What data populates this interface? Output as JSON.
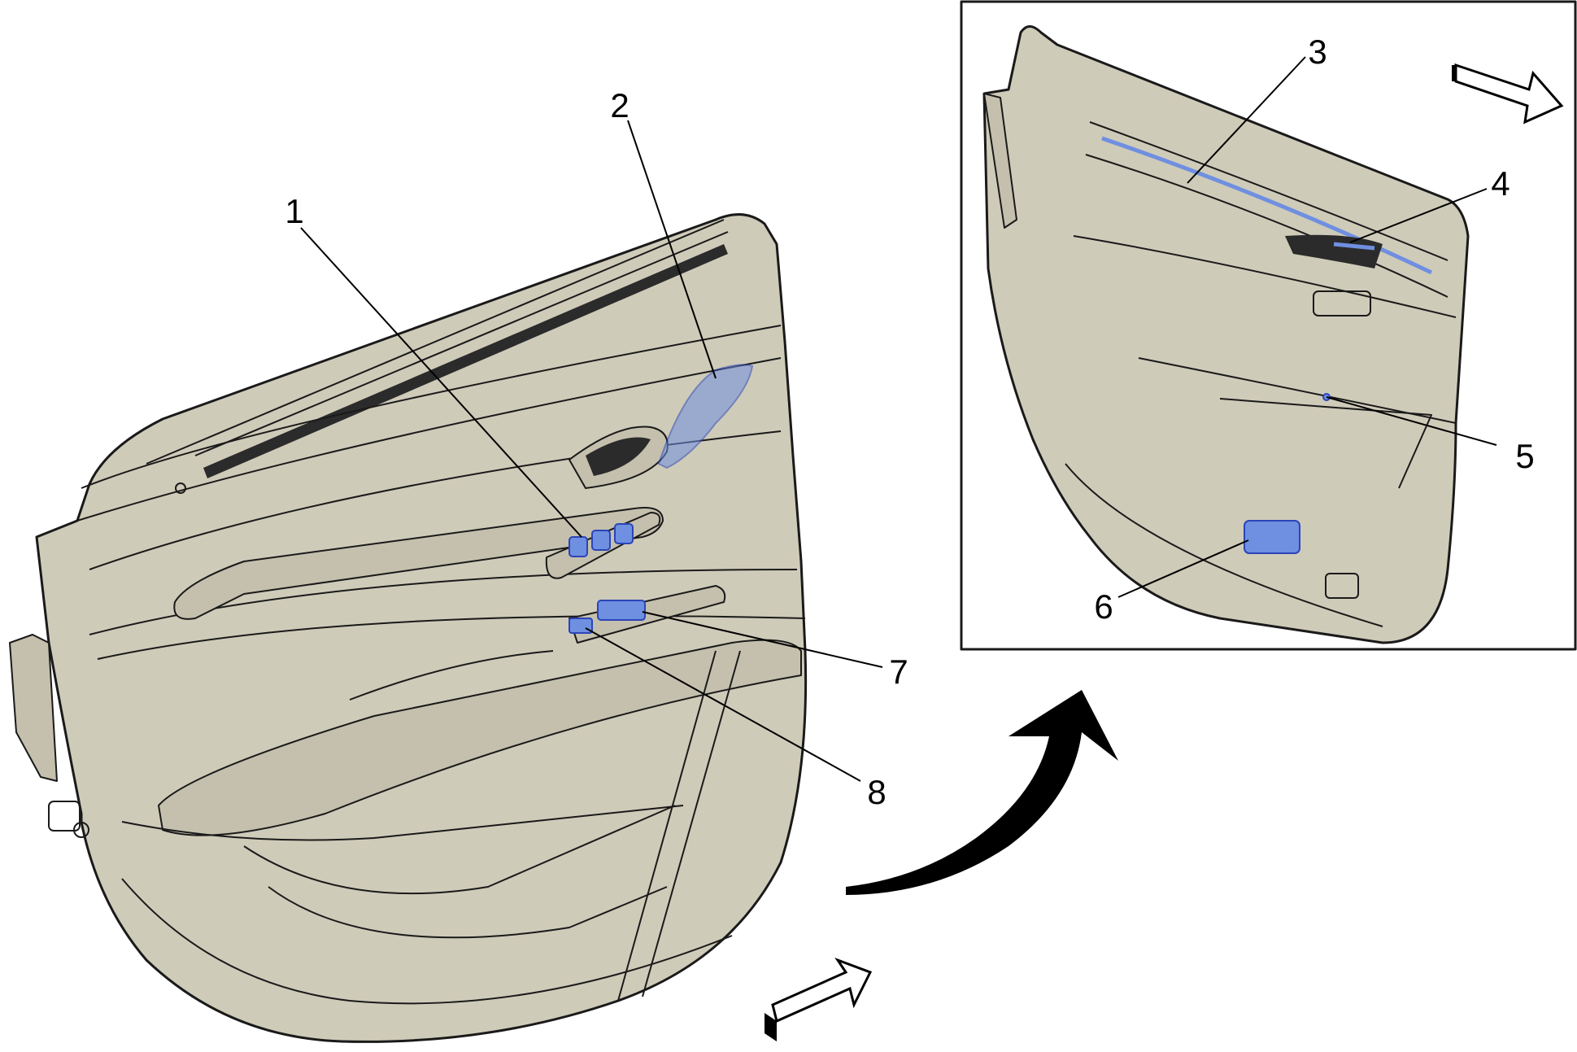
{
  "callouts": [
    {
      "id": "1",
      "label": "1"
    },
    {
      "id": "2",
      "label": "2"
    },
    {
      "id": "3",
      "label": "3"
    },
    {
      "id": "4",
      "label": "4"
    },
    {
      "id": "5",
      "label": "5"
    },
    {
      "id": "6",
      "label": "6"
    },
    {
      "id": "7",
      "label": "7"
    },
    {
      "id": "8",
      "label": "8"
    }
  ],
  "colors": {
    "panel": "#cfcbb9",
    "highlight": "#6f8fe0",
    "outline": "#1a1a1a"
  },
  "icons": {
    "view_arrow": "direction-arrow-icon",
    "zoom_arrow": "curved-arrow-icon"
  }
}
